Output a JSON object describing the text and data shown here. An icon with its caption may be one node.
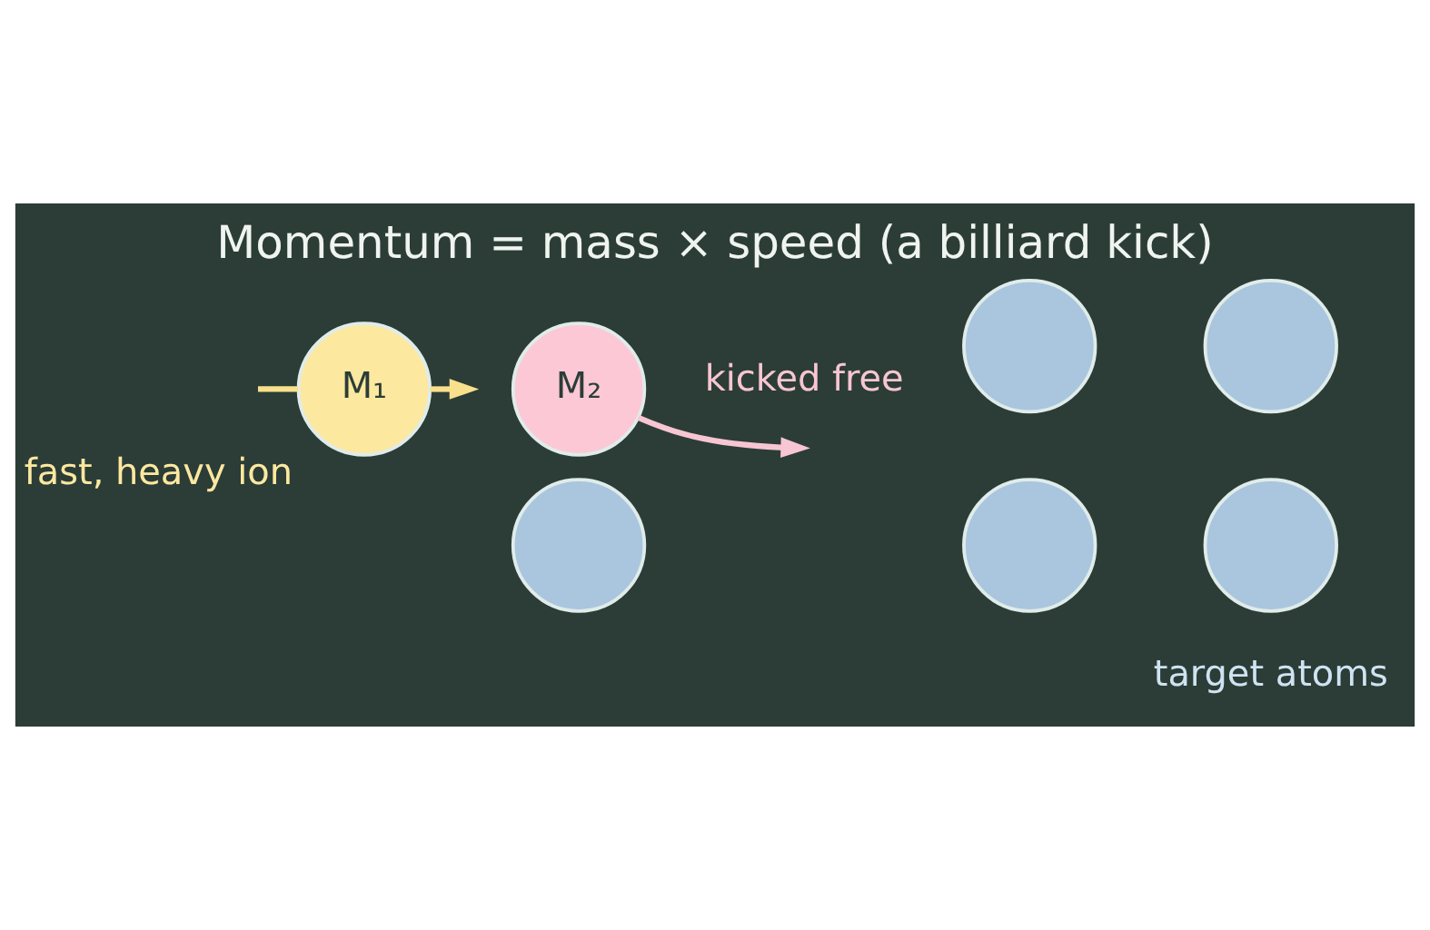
{
  "diagram": {
    "title": "Momentum = mass × speed (a billiard kick)",
    "nodes": [
      {
        "text": [
          "M₁"
        ],
        "beside": [
          "fast, heavy ion"
        ]
      },
      {
        "text": [
          "M₂"
        ]
      },
      {
        "text": [],
        "shape": "circle"
      },
      {
        "text": [],
        "shape": "circle"
      },
      {
        "text": [],
        "shape": "circle"
      },
      {
        "text": [],
        "shape": "circle"
      },
      {
        "text": [],
        "shape": "circle"
      }
    ],
    "edges": [
      {
        "from": null,
        "to": 0,
        "arrow": "none",
        "color": "#f9e08c"
      },
      {
        "from": 0,
        "to": null,
        "arrow": "to",
        "color": "#f9e08c"
      },
      {
        "from": 1,
        "to": null,
        "arrow": "to",
        "color": "#f7c6d2"
      }
    ],
    "labels": [
      "kicked free",
      "target atoms"
    ]
  }
}
